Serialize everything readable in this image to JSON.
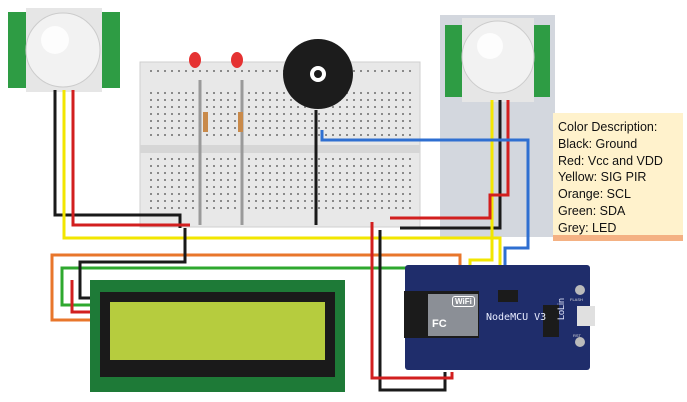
{
  "legend": {
    "title": "Color Description:",
    "items": [
      "Black: Ground",
      "Red: Vcc and VDD",
      "Yellow: SIG PIR",
      "Orange: SCL",
      "Green: SDA",
      "Grey: LED"
    ]
  },
  "nodemcu": {
    "name": "NodeMCU V3",
    "brand": "LoLin",
    "flash": "FLASH",
    "rst": "RST",
    "wifi": "WiFi",
    "fc": "FC"
  },
  "colors": {
    "ground": "#1a1a1a",
    "vcc": "#d21f1f",
    "sig": "#f2e600",
    "scl": "#e8762b",
    "sda": "#2fa82f",
    "led": "#9a9a9a",
    "board": "#1f2d6b",
    "lcd_pcb": "#1e7a37",
    "lcd_screen": "#b6cc3e"
  }
}
